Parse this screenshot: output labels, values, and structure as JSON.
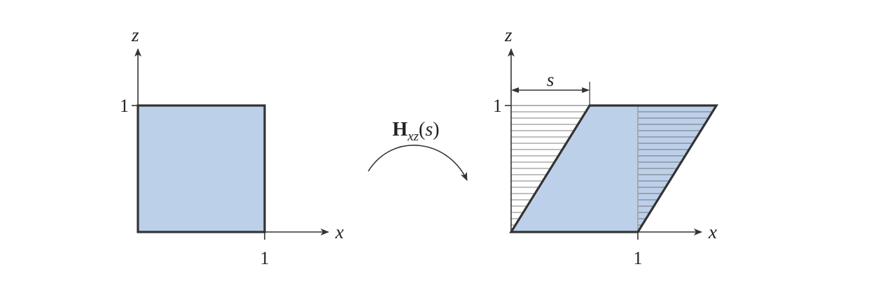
{
  "colors": {
    "fill": "#bdd0ea",
    "stroke": "#333333",
    "axis": "#333333",
    "hatch": "#555555",
    "guide": "#999999"
  },
  "left_plot": {
    "axis_x_label": "x",
    "axis_z_label": "z",
    "tick_x": "1",
    "tick_z": "1"
  },
  "transform": {
    "operator": "H",
    "subscript": "xz",
    "open_paren": "(",
    "param": "s",
    "close_paren": ")"
  },
  "right_plot": {
    "axis_x_label": "x",
    "axis_z_label": "z",
    "tick_x": "1",
    "tick_z": "1",
    "shift_label": "s"
  },
  "shear_value": 0.62
}
